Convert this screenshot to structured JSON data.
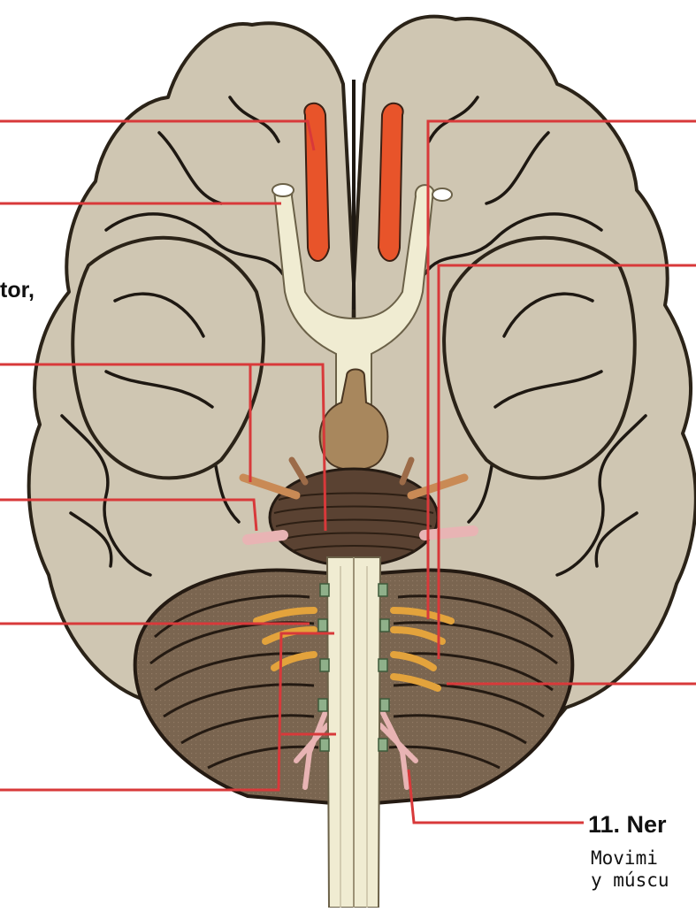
{
  "fragment_text": "tor,",
  "nerve_11": {
    "title": "11. Ner",
    "desc_line1": "Movimi",
    "desc_line2": "y múscu"
  },
  "colors": {
    "leader_line": "#d8393a",
    "cortex": "#cfc6b2",
    "cerebellum": "#6e5a45",
    "brainstem": "#f0ecd2",
    "olfactory": "#e8542a",
    "pons": "#5a4232",
    "nerve_yellow": "#e3a33c",
    "nerve_pink": "#e8b4b4",
    "nerve_green": "#8fb08a"
  },
  "icons": [
    "brain-illustration"
  ]
}
